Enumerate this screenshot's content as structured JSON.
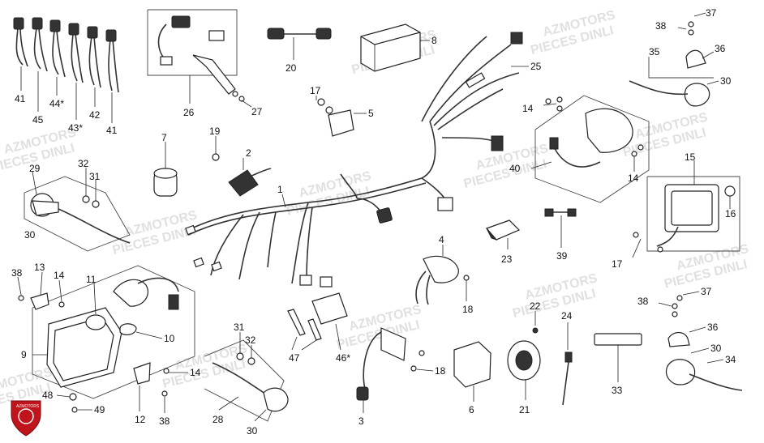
{
  "watermark": {
    "line1": "AZMOTORS",
    "line2": "PIECES DINLI"
  },
  "logo_text": "AZMOTORS",
  "callouts": {
    "n1": "1",
    "n2": "2",
    "n3": "3",
    "n4": "4",
    "n5": "5",
    "n6": "6",
    "n7": "7",
    "n8": "8",
    "n9": "9",
    "n10": "10",
    "n11": "11",
    "n12": "12",
    "n13": "13",
    "n14a": "14",
    "n14b": "14",
    "n14c": "14",
    "n14d": "14",
    "n14e": "14",
    "n15": "15",
    "n16": "16",
    "n17a": "17",
    "n17b": "17",
    "n18a": "18",
    "n18b": "18",
    "n19": "19",
    "n20": "20",
    "n21": "21",
    "n22": "22",
    "n23": "23",
    "n24": "24",
    "n25": "25",
    "n26": "26",
    "n27": "27",
    "n28": "28",
    "n29": "29",
    "n30a": "30",
    "n30b": "30",
    "n30c": "30",
    "n30d": "30",
    "n31a": "31",
    "n31b": "31",
    "n32a": "32",
    "n32b": "32",
    "n33": "33",
    "n34": "34",
    "n35": "35",
    "n36a": "36",
    "n36b": "36",
    "n37a": "37",
    "n37b": "37",
    "n38a": "38",
    "n38b": "38",
    "n38c": "38",
    "n39": "39",
    "n40": "40",
    "n41a": "41",
    "n41b": "41",
    "n42": "42",
    "n43": "43*",
    "n44": "44*",
    "n45": "45",
    "n46": "46*",
    "n47": "47",
    "n48": "48",
    "n49": "49"
  }
}
